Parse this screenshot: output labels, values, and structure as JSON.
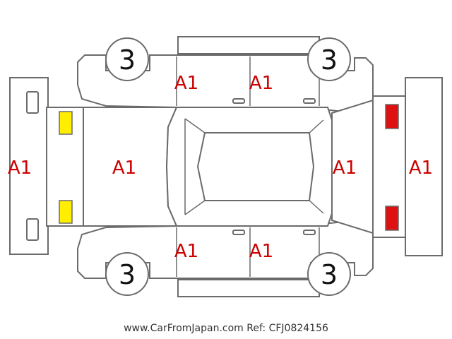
{
  "labels": {
    "front_bumper": "A1",
    "hood": "A1",
    "front_left_door": "A1",
    "rear_left_door": "A1",
    "front_right_door": "A1",
    "rear_right_door": "A1",
    "trunk": "A1",
    "rear_bumper": "A1"
  },
  "wheels": {
    "front_left": "3",
    "rear_left": "3",
    "front_right": "3",
    "rear_right": "3"
  },
  "colors": {
    "front_lamp": "#ffee00",
    "rear_lamp": "#dd1111",
    "code_text": "#cc0000",
    "outline": "#6b6b6b"
  },
  "footer": "www.CarFromJapan.com Ref: CFJ0824156"
}
